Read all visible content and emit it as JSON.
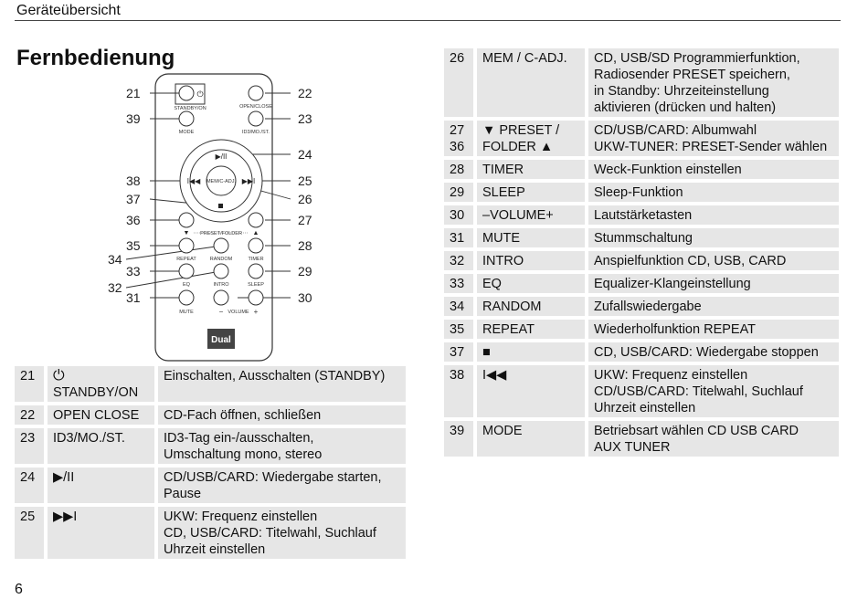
{
  "header": {
    "section": "Geräteübersicht"
  },
  "page_title": "Fernbedienung",
  "page_number": "6",
  "remote": {
    "brand": "Dual",
    "button_labels": {
      "standby": "STANDBY/ON",
      "open": "OPEN/CLOSE",
      "mode": "MODE",
      "id3": "ID3/MO./ST.",
      "mem": "MEM/C-ADJ.",
      "preset_folder": "PRESET/FOLDER",
      "repeat": "REPEAT",
      "random": "RANDOM",
      "timer": "TIMER",
      "eq": "EQ",
      "intro": "INTRO",
      "sleep": "SLEEP",
      "mute": "MUTE",
      "volume": "VOLUME",
      "vol_minus": "−",
      "vol_plus": "+"
    },
    "callouts": {
      "n21": "21",
      "n22": "22",
      "n23": "23",
      "n24": "24",
      "n25": "25",
      "n26": "26",
      "n27": "27",
      "n28": "28",
      "n29": "29",
      "n30": "30",
      "n31": "31",
      "n32": "32",
      "n33": "33",
      "n34": "34",
      "n35": "35",
      "n36": "36",
      "n37": "37",
      "n38": "38",
      "n39": "39"
    }
  },
  "left_table": [
    {
      "num": "21",
      "key_glyph": "⏻",
      "key": "STANDBY/ON",
      "desc": "Einschalten, Ausschalten (STANDBY)"
    },
    {
      "num": "22",
      "key": "OPEN CLOSE",
      "desc": "CD-Fach öffnen, schließen"
    },
    {
      "num": "23",
      "key": "ID3/MO./ST.",
      "desc": "ID3-Tag ein-/ausschalten,\nUmschaltung mono, stereo"
    },
    {
      "num": "24",
      "key": "▶/II",
      "desc": "CD/USB/CARD: Wiedergabe starten,\nPause"
    },
    {
      "num": "25",
      "key": "▶▶I",
      "desc": "UKW: Frequenz einstellen\nCD, USB/CARD: Titelwahl, Suchlauf\nUhrzeit einstellen"
    }
  ],
  "right_table": [
    {
      "num": "26",
      "key": "MEM / C-ADJ.",
      "desc": "CD, USB/SD Programmierfunktion,\nRadiosender PRESET speichern,\nin Standby: Uhrzeiteinstellung\naktivieren (drücken und halten)"
    },
    {
      "num": "27\n36",
      "key": "▼ PRESET /\nFOLDER ▲",
      "desc": "CD/USB/CARD: Albumwahl\nUKW-TUNER: PRESET-Sender wählen"
    },
    {
      "num": "28",
      "key": "TIMER",
      "desc": "Weck-Funktion einstellen"
    },
    {
      "num": "29",
      "key": "SLEEP",
      "desc": "Sleep-Funktion"
    },
    {
      "num": "30",
      "key": "–VOLUME+",
      "desc": "Lautstärketasten"
    },
    {
      "num": "31",
      "key": "MUTE",
      "desc": "Stummschaltung"
    },
    {
      "num": "32",
      "key": "INTRO",
      "desc": "Anspielfunktion CD, USB, CARD"
    },
    {
      "num": "33",
      "key": "EQ",
      "desc": "Equalizer-Klangeinstellung"
    },
    {
      "num": "34",
      "key": "RANDOM",
      "desc": "Zufallswiedergabe"
    },
    {
      "num": "35",
      "key": "REPEAT",
      "desc": "Wiederholfunktion REPEAT"
    },
    {
      "num": "37",
      "key": "■",
      "desc": "CD, USB/CARD: Wiedergabe stoppen"
    },
    {
      "num": "38",
      "key": "I◀◀",
      "desc": "UKW: Frequenz einstellen\nCD/USB/CARD: Titelwahl, Suchlauf\nUhrzeit einstellen"
    },
    {
      "num": "39",
      "key": "MODE",
      "desc": "Betriebsart wählen CD USB CARD\nAUX TUNER"
    }
  ]
}
